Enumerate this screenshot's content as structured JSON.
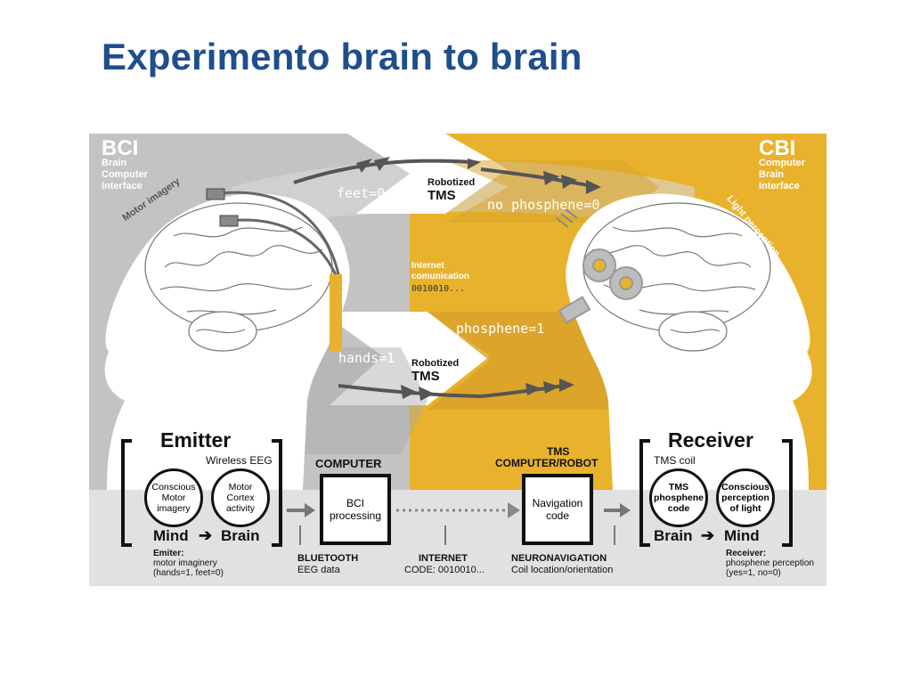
{
  "slide": {
    "title": "Experimento brain to brain"
  },
  "bci": {
    "abbr": "BCI",
    "line1": "Brain",
    "line2": "Computer",
    "line3": "Interface",
    "motor_label": "Motor imagery"
  },
  "cbi": {
    "abbr": "CBI",
    "line1": "Computer",
    "line2": "Brain",
    "line3": "Interface",
    "light_label": "Light perception"
  },
  "flow": {
    "feet": "feet=0",
    "hands": "hands=1",
    "robot_top_1": "Robotized",
    "robot_top_2": "TMS",
    "robot_bottom_1": "Robotized",
    "robot_bottom_2": "TMS",
    "no_phosphene": "no phosphene=0",
    "phosphene": "phosphene=1",
    "internet_1": "Internet",
    "internet_2": "comunication",
    "internet_3": "0010010..."
  },
  "emitter": {
    "heading": "Emitter",
    "wireless": "Wireless EEG",
    "circle1": "Conscious Motor imagery",
    "circle2": "Motor Cortex activity",
    "mind": "Mind",
    "brain": "Brain",
    "arrow": "➔",
    "caption1": "Emiter:",
    "caption2": "motor imaginery",
    "caption3": "(hands=1, feet=0)"
  },
  "computer": {
    "heading": "COMPUTER",
    "box": "BCI processing",
    "label1": "BLUETOOTH",
    "label2": "EEG data"
  },
  "internet_bottom": {
    "label1": "INTERNET",
    "label2": "CODE: 0010010..."
  },
  "tms": {
    "heading1": "TMS",
    "heading2": "COMPUTER/ROBOT",
    "box": "Navigation code",
    "label1": "NEURONAVIGATION",
    "label2": "Coil location/orientation"
  },
  "receiver": {
    "heading": "Receiver",
    "coil": "TMS coil",
    "circle1": "TMS phosphene code",
    "circle2": "Conscious perception of light",
    "brain": "Brain",
    "mind": "Mind",
    "arrow": "➔",
    "caption1": "Receiver:",
    "caption2": "phosphene perception",
    "caption3": "(yes=1, no=0)"
  },
  "colors": {
    "title": "#1f4e8c",
    "gray_panel": "#c3c3c3",
    "yellow_panel": "#e9b22c",
    "bottom_band": "#e1e1e1"
  }
}
